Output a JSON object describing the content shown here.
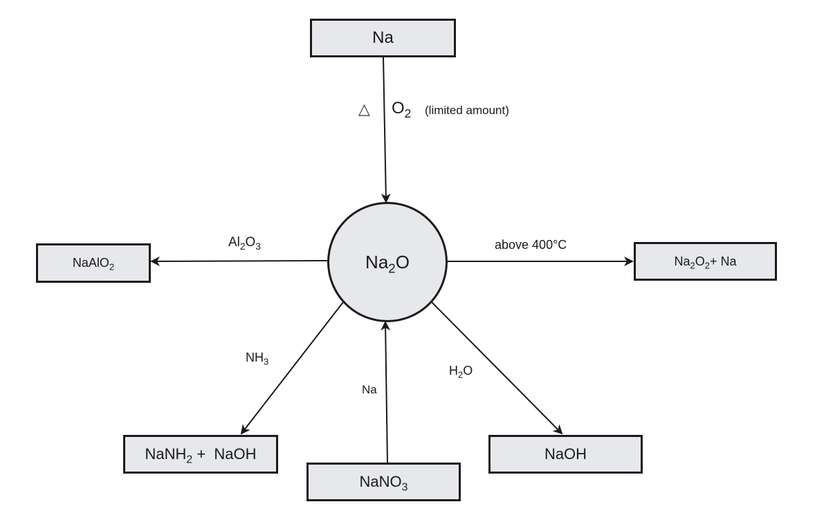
{
  "diagram": {
    "center": {
      "id": "Na2O",
      "parts": [
        [
          "Na",
          ""
        ],
        [
          "2",
          "sub"
        ],
        [
          "O",
          ""
        ]
      ]
    },
    "nodes": {
      "na_top": {
        "parts": [
          [
            "Na",
            ""
          ]
        ]
      },
      "naalo2": {
        "parts": [
          [
            "NaAlO",
            ""
          ],
          [
            "2",
            "sub"
          ]
        ]
      },
      "na2o2_na": {
        "parts": [
          [
            "Na",
            ""
          ],
          [
            "2",
            "sub"
          ],
          [
            "O",
            ""
          ],
          [
            "2",
            "sub"
          ],
          [
            "+ Na",
            ""
          ]
        ]
      },
      "nanh2_naoh": {
        "parts": [
          [
            "NaNH",
            ""
          ],
          [
            "2",
            "sub"
          ],
          [
            " +  NaOH",
            ""
          ]
        ]
      },
      "nano3": {
        "parts": [
          [
            "NaNO",
            ""
          ],
          [
            "3",
            "sub"
          ]
        ]
      },
      "naoh": {
        "parts": [
          [
            "NaOH",
            ""
          ]
        ]
      }
    },
    "edges": [
      {
        "from": "Na",
        "to": "Na2O",
        "condition_symbol": "△",
        "reagent": [
          [
            "O",
            ""
          ],
          [
            "2",
            "sub"
          ]
        ],
        "note": "(limited amount)"
      },
      {
        "from": "Na2O",
        "to": "NaAlO2",
        "reagent": [
          [
            "Al",
            ""
          ],
          [
            "2",
            "sub"
          ],
          [
            "O",
            ""
          ],
          [
            "3",
            "sub"
          ]
        ]
      },
      {
        "from": "Na2O",
        "to": "Na2O2 + Na",
        "reagent": [
          [
            "above 400°C",
            ""
          ]
        ]
      },
      {
        "from": "Na2O",
        "to": "NaNH2 + NaOH",
        "reagent": [
          [
            "NH",
            ""
          ],
          [
            "3",
            "sub"
          ]
        ]
      },
      {
        "from": "NaNO3",
        "to": "Na2O",
        "reagent": [
          [
            "Na",
            ""
          ]
        ]
      },
      {
        "from": "Na2O",
        "to": "NaOH",
        "reagent": [
          [
            "H",
            ""
          ],
          [
            "2",
            "sub"
          ],
          [
            "O",
            ""
          ]
        ]
      }
    ]
  }
}
